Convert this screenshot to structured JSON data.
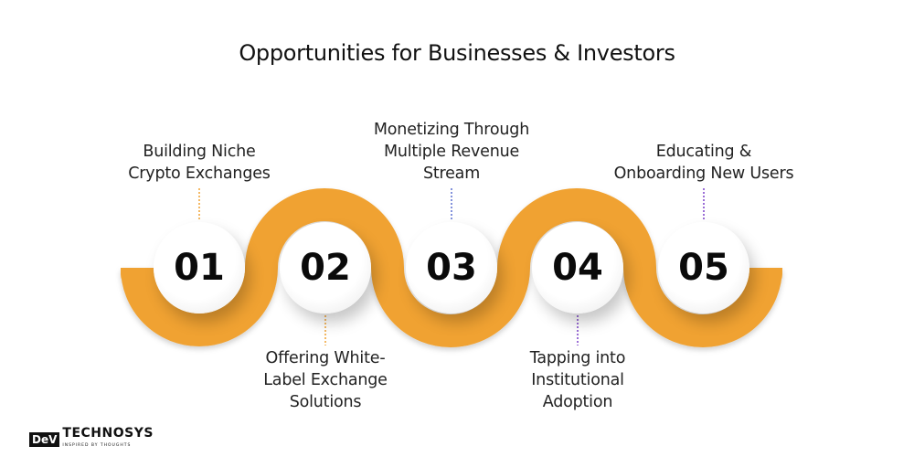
{
  "title": "Opportunities for Businesses & Investors",
  "colors": {
    "wave": "#F0A232",
    "dash_orange": "#F0A232",
    "dash_blue": "#5A6FD0",
    "dash_purple": "#7A3FC8"
  },
  "steps": [
    {
      "number": "01",
      "label_lines": [
        "Building Niche",
        "Crypto Exchanges"
      ],
      "position": "top"
    },
    {
      "number": "02",
      "label_lines": [
        "Offering White-",
        "Label Exchange",
        "Solutions"
      ],
      "position": "bottom"
    },
    {
      "number": "03",
      "label_lines": [
        "Monetizing Through",
        "Multiple Revenue",
        "Stream"
      ],
      "position": "top"
    },
    {
      "number": "04",
      "label_lines": [
        "Tapping into",
        "Institutional",
        "Adoption"
      ],
      "position": "bottom"
    },
    {
      "number": "05",
      "label_lines": [
        "Educating &",
        "Onboarding New Users"
      ],
      "position": "top"
    }
  ],
  "logo": {
    "box": "DeV",
    "name": "TECHNOSYS",
    "tagline": "INSPIRED BY THOUGHTS"
  }
}
